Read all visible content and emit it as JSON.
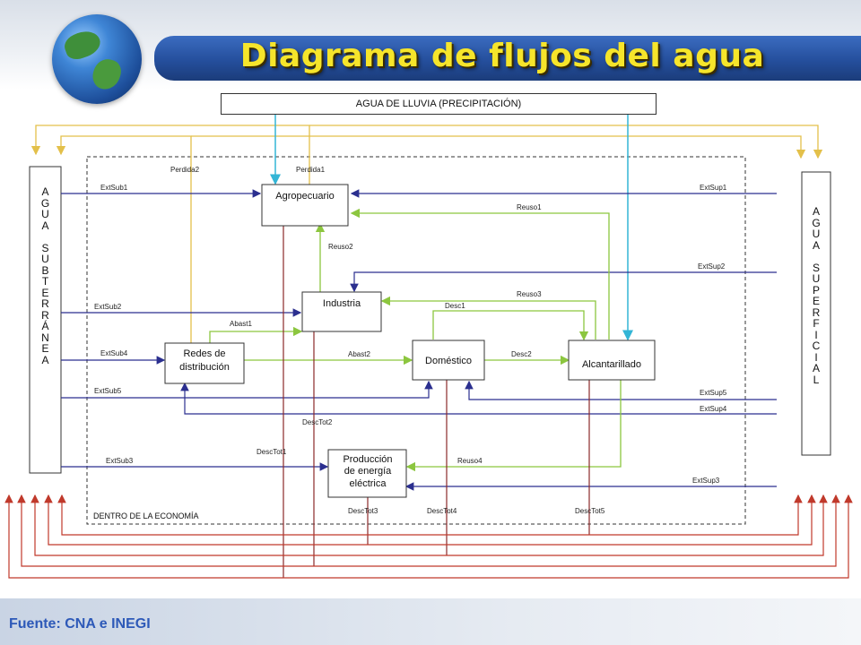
{
  "header": {
    "title": "Diagrama de flujos del agua"
  },
  "rain_label": "AGUA DE LLUVIA (PRECIPITACIÓN)",
  "left_label": "A\nG\nU\nA\n\nS\nU\nB\nT\nE\nR\nR\nÁ\nN\nE\nA",
  "right_label": "A\nG\nU\nA\n\nS\nU\nP\nE\nR\nF\nI\nC\nI\nA\nL",
  "economy_label": "DENTRO DE LA ECONOMÍA",
  "nodes": {
    "agropecuario": "Agropecuario",
    "industria": "Industria",
    "redes": "Redes de distribución",
    "domestico": "Doméstico",
    "alcantarillado": "Alcantarillado",
    "produccion": "Producción de energía eléctrica"
  },
  "flows": {
    "extsub1": "ExtSub1",
    "extsub2": "ExtSub2",
    "extsub3": "ExtSub3",
    "extsub4": "ExtSub4",
    "extsub5": "ExtSub5",
    "extsup1": "ExtSup1",
    "extsup2": "ExtSup2",
    "extsup3": "ExtSup3",
    "extsup4": "ExtSup4",
    "extsup5": "ExtSup5",
    "perdida1": "Perdida1",
    "perdida2": "Perdida2",
    "reuso1": "Reuso1",
    "reuso2": "Reuso2",
    "reuso3": "Reuso3",
    "reuso4": "Reuso4",
    "desc1": "Desc1",
    "desc2": "Desc2",
    "abast1": "Abast1",
    "abast2": "Abast2",
    "desctot1": "DescTot1",
    "desctot2": "DescTot2",
    "desctot3": "DescTot3",
    "desctot4": "DescTot4",
    "desctot5": "DescTot5"
  },
  "footer": {
    "source": "Fuente: CNA e INEGI"
  },
  "colors": {
    "title": "#f6e52b",
    "banner": "#254f9d",
    "extraction": "#2b2f8f",
    "rain": "#33b5d6",
    "reuse": "#8cc63f",
    "loss": "#e3c04a",
    "discharge": "#a02a2a"
  }
}
